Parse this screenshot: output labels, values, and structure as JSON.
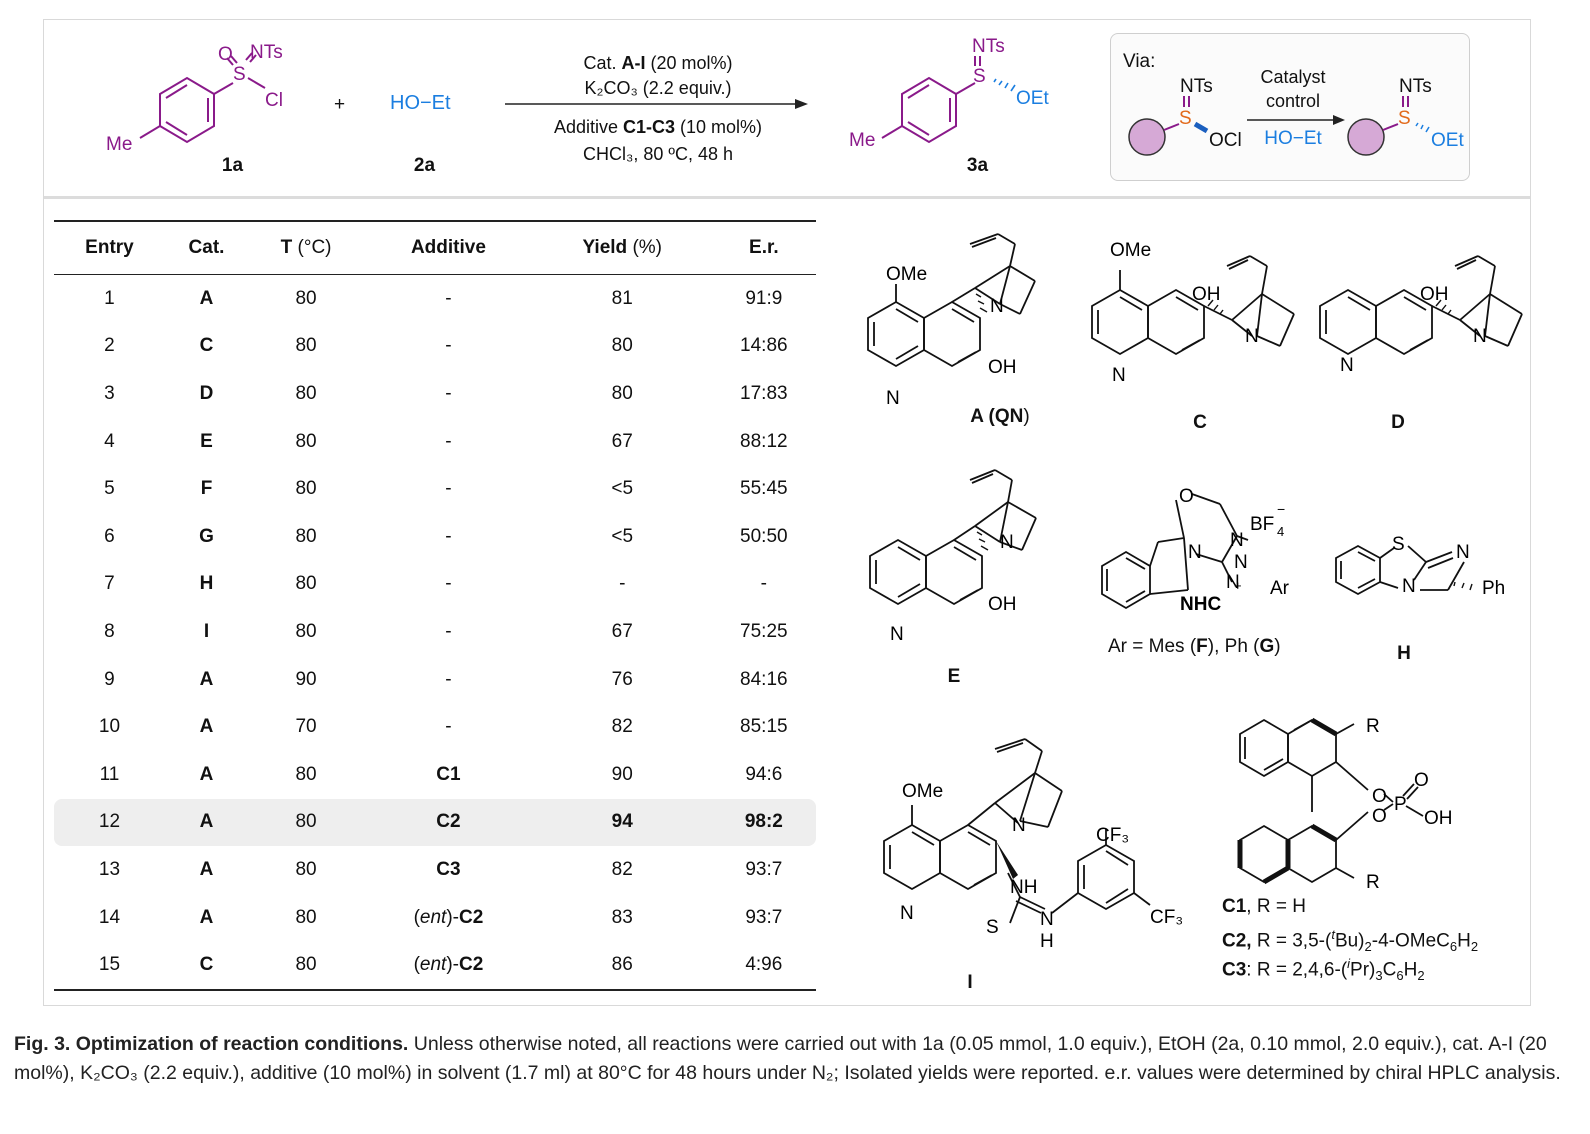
{
  "scheme": {
    "reactant1": {
      "label": "1a",
      "atoms": {
        "o": "O",
        "nts": "NTs",
        "s": "S",
        "cl": "Cl",
        "me": "Me"
      }
    },
    "plus": "+",
    "reactant2": {
      "label": "2a",
      "formula": "HO−Et"
    },
    "conditions": {
      "line1_pre": "Cat. ",
      "line1_bold": "A-I",
      "line1_post": " (20 mol%)",
      "line2": "K₂CO₃ (2.2 equiv.)",
      "line3_pre": "Additive ",
      "line3_bold": "C1-C3",
      "line3_post": " (10 mol%)",
      "line4": "CHCl₃, 80 ºC, 48 h"
    },
    "product": {
      "label": "3a",
      "atoms": {
        "nts": "NTs",
        "s": "S",
        "oet": "OEt",
        "me": "Me"
      }
    },
    "via": {
      "title": "Via:",
      "arrow_top1": "Catalyst",
      "arrow_top2": "control",
      "arrow_bottom": "HO−Et",
      "left_atoms": {
        "nts": "NTs",
        "s": "S",
        "ocl": "OCl"
      },
      "right_atoms": {
        "nts": "NTs",
        "s": "S",
        "oet": "OEt"
      }
    }
  },
  "table": {
    "headers": {
      "entry": "Entry",
      "cat": "Cat.",
      "t_bold": "T",
      "t_unit": " (°C)",
      "additive": "Additive",
      "yield_bold": "Yield",
      "yield_unit": " (%)",
      "er": "E.r."
    },
    "rows": [
      {
        "entry": "1",
        "cat": "A",
        "t": "80",
        "add_pre": "",
        "add": "-",
        "yield": "81",
        "er": "91:9"
      },
      {
        "entry": "2",
        "cat": "C",
        "t": "80",
        "add_pre": "",
        "add": "-",
        "yield": "80",
        "er": "14:86"
      },
      {
        "entry": "3",
        "cat": "D",
        "t": "80",
        "add_pre": "",
        "add": "-",
        "yield": "80",
        "er": "17:83"
      },
      {
        "entry": "4",
        "cat": "E",
        "t": "80",
        "add_pre": "",
        "add": "-",
        "yield": "67",
        "er": "88:12"
      },
      {
        "entry": "5",
        "cat": "F",
        "t": "80",
        "add_pre": "",
        "add": "-",
        "yield": "<5",
        "er": "55:45"
      },
      {
        "entry": "6",
        "cat": "G",
        "t": "80",
        "add_pre": "",
        "add": "-",
        "yield": "<5",
        "er": "50:50"
      },
      {
        "entry": "7",
        "cat": "H",
        "t": "80",
        "add_pre": "",
        "add": "-",
        "yield": "-",
        "er": "-"
      },
      {
        "entry": "8",
        "cat": "I",
        "t": "80",
        "add_pre": "",
        "add": "-",
        "yield": "67",
        "er": "75:25"
      },
      {
        "entry": "9",
        "cat": "A",
        "t": "90",
        "add_pre": "",
        "add": "-",
        "yield": "76",
        "er": "84:16"
      },
      {
        "entry": "10",
        "cat": "A",
        "t": "70",
        "add_pre": "",
        "add": "-",
        "yield": "82",
        "er": "85:15"
      },
      {
        "entry": "11",
        "cat": "A",
        "t": "80",
        "add_pre": "",
        "add": "C1",
        "yield": "90",
        "er": "94:6"
      },
      {
        "entry": "12",
        "cat": "A",
        "t": "80",
        "add_pre": "",
        "add": "C2",
        "yield": "94",
        "er": "98:2"
      },
      {
        "entry": "13",
        "cat": "A",
        "t": "80",
        "add_pre": "",
        "add": "C3",
        "yield": "82",
        "er": "93:7"
      },
      {
        "entry": "14",
        "cat": "A",
        "t": "80",
        "add_pre": "(ent)-",
        "add": "C2",
        "yield": "83",
        "er": "93:7"
      },
      {
        "entry": "15",
        "cat": "C",
        "t": "80",
        "add_pre": "(ent)-",
        "add": "C2",
        "yield": "86",
        "er": "4:96"
      }
    ],
    "highlight_entry": "12"
  },
  "structures": {
    "A": {
      "label_pre": "A (",
      "label_bold": "QN",
      "label_post": ")",
      "ome": "OMe",
      "oh": "OH",
      "n1": "N",
      "n2": "N"
    },
    "C": {
      "label": "C",
      "ome": "OMe",
      "oh": "OH",
      "n1": "N",
      "n2": "N"
    },
    "D": {
      "label": "D",
      "oh": "OH",
      "n1": "N",
      "n2": "N"
    },
    "E": {
      "label": "E",
      "oh": "OH",
      "n1": "N",
      "n2": "N"
    },
    "NHC": {
      "label": "NHC",
      "o": "O",
      "bf4": "BF",
      "bf4_sub": "4",
      "bf4_sup": "−",
      "ar": "Ar",
      "n": "N",
      "plus": "+",
      "ar_line": "Ar = Mes (F), Ph (G)"
    },
    "H": {
      "label": "H",
      "s": "S",
      "n": "N",
      "ph": "Ph"
    },
    "I": {
      "label": "I",
      "ome": "OMe",
      "n": "N",
      "nh": "NH",
      "s": "S",
      "h": "H",
      "cf3": "CF₃"
    },
    "CPA": {
      "r": "R",
      "o": "O",
      "p": "P",
      "oh": "OH",
      "c1": "C1, R = H",
      "c2": "C2, R = 3,5-(tBu)₂-4-OMeC₆H₂",
      "c3": "C3: R = 2,4,6-(iPr)₃C₆H₂"
    }
  },
  "caption": {
    "bold_lead": "Fig. 3. Optimization of reaction conditions.",
    "text": " Unless otherwise noted, all reactions were carried out with 1a (0.05 mmol, 1.0 equiv.), EtOH (2a, 0.10 mmol, 2.0 equiv.), cat. A-I (20 mol%), K₂CO₃ (2.2 equiv.), additive (10 mol%) in solvent (1.7 ml) at 80°C for 48 hours under N₂; Isolated yields were reported. e.r. values were determined by chiral HPLC analysis."
  },
  "colors": {
    "purple": "#8a1a8a",
    "blue": "#1b7ee0",
    "orange": "#e26a1b",
    "circle_fill": "#d6a9d6"
  }
}
